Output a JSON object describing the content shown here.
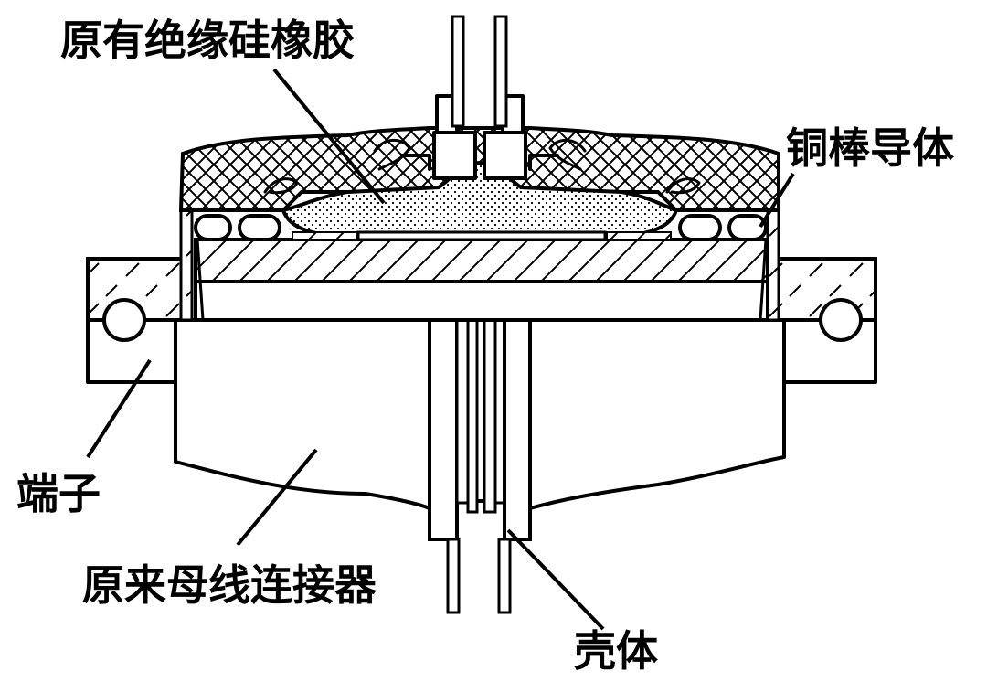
{
  "labels": {
    "silicone_rubber": "原有绝缘硅橡胶",
    "copper_rod": "铜棒导体",
    "terminal": "端子",
    "busbar_connector": "原来母线连接器",
    "housing": "壳体"
  }
}
